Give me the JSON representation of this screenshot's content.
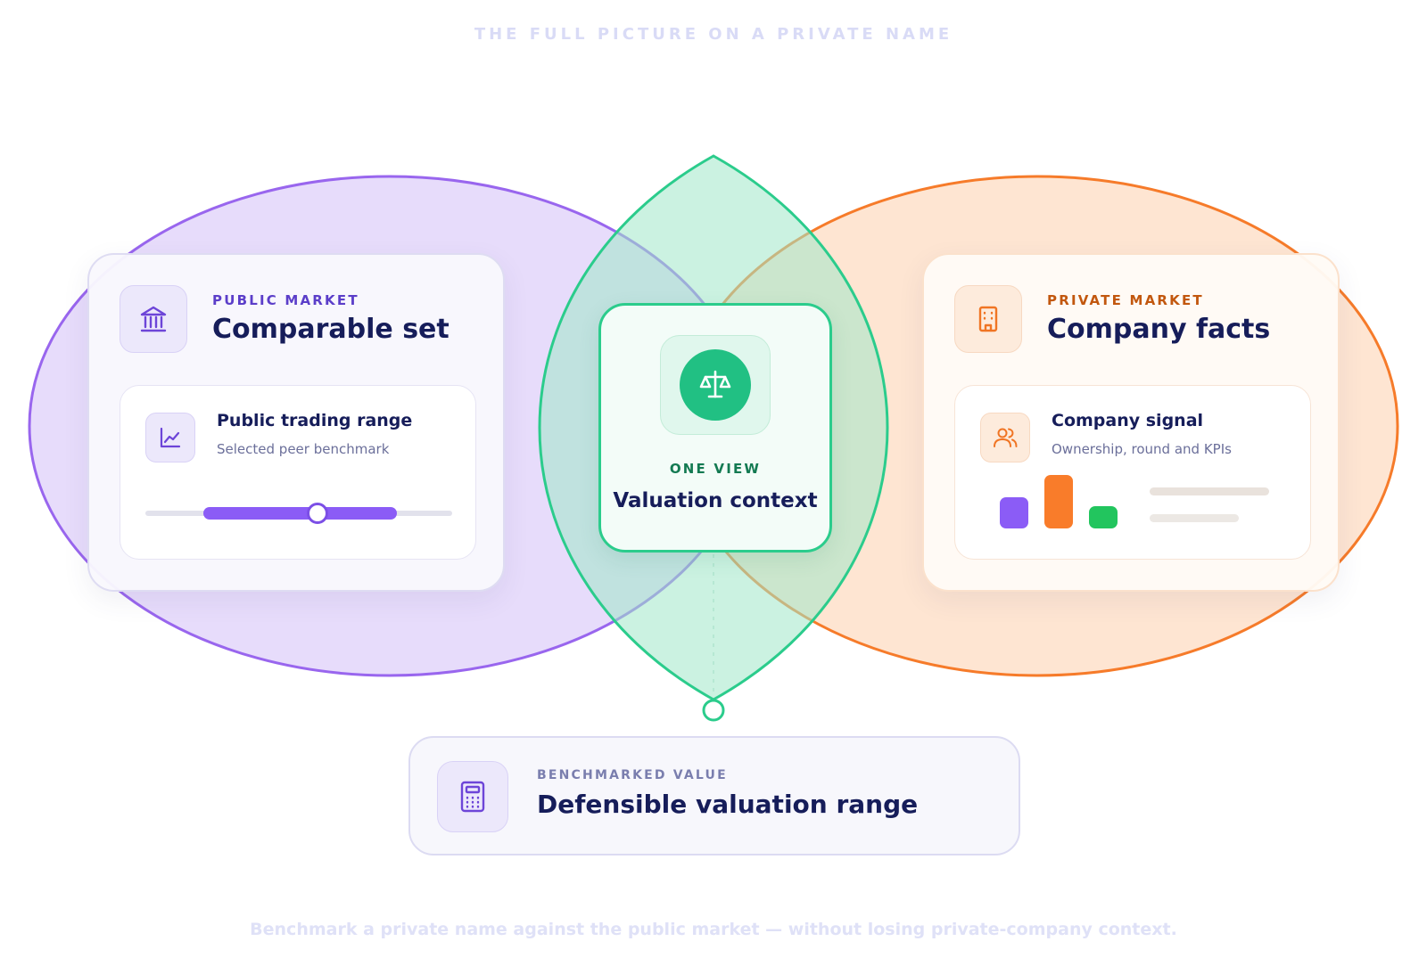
{
  "header": {
    "eyebrow": "THE FULL PICTURE ON A PRIVATE NAME"
  },
  "public_market": {
    "label": "PUBLIC MARKET",
    "title": "Comparable set",
    "icon": "bank-icon",
    "detail": {
      "title": "Public trading range",
      "subtitle": "Selected peer benchmark",
      "icon": "line-chart-icon",
      "range_start": 0.19,
      "range_end": 0.82,
      "marker": 0.56
    }
  },
  "center": {
    "icon": "scale-icon",
    "label": "ONE VIEW",
    "title": "Valuation context"
  },
  "private_market": {
    "label": "PRIVATE MARKET",
    "title": "Company facts",
    "icon": "building-icon",
    "detail": {
      "title": "Company signal",
      "subtitle": "Ownership, round and KPIs",
      "icon": "users-icon",
      "bars": [
        {
          "level": 0.58,
          "color": "#8b5cf6"
        },
        {
          "level": 1.0,
          "color": "#f97c2a"
        },
        {
          "level": 0.42,
          "color": "#22c55e"
        }
      ]
    }
  },
  "result": {
    "label": "BENCHMARKED VALUE",
    "title": "Defensible valuation range",
    "icon": "calculator-icon"
  },
  "footer": {
    "text": "Benchmark a private name against the public market — without losing private-company context."
  },
  "colors": {
    "purple": "#8b5cf6",
    "purple_dark": "#5b3ec9",
    "orange": "#f97c2a",
    "orange_dark": "#c2570e",
    "green": "#2bcc8c",
    "green_dark": "#137a52",
    "navy": "#161d5a"
  }
}
